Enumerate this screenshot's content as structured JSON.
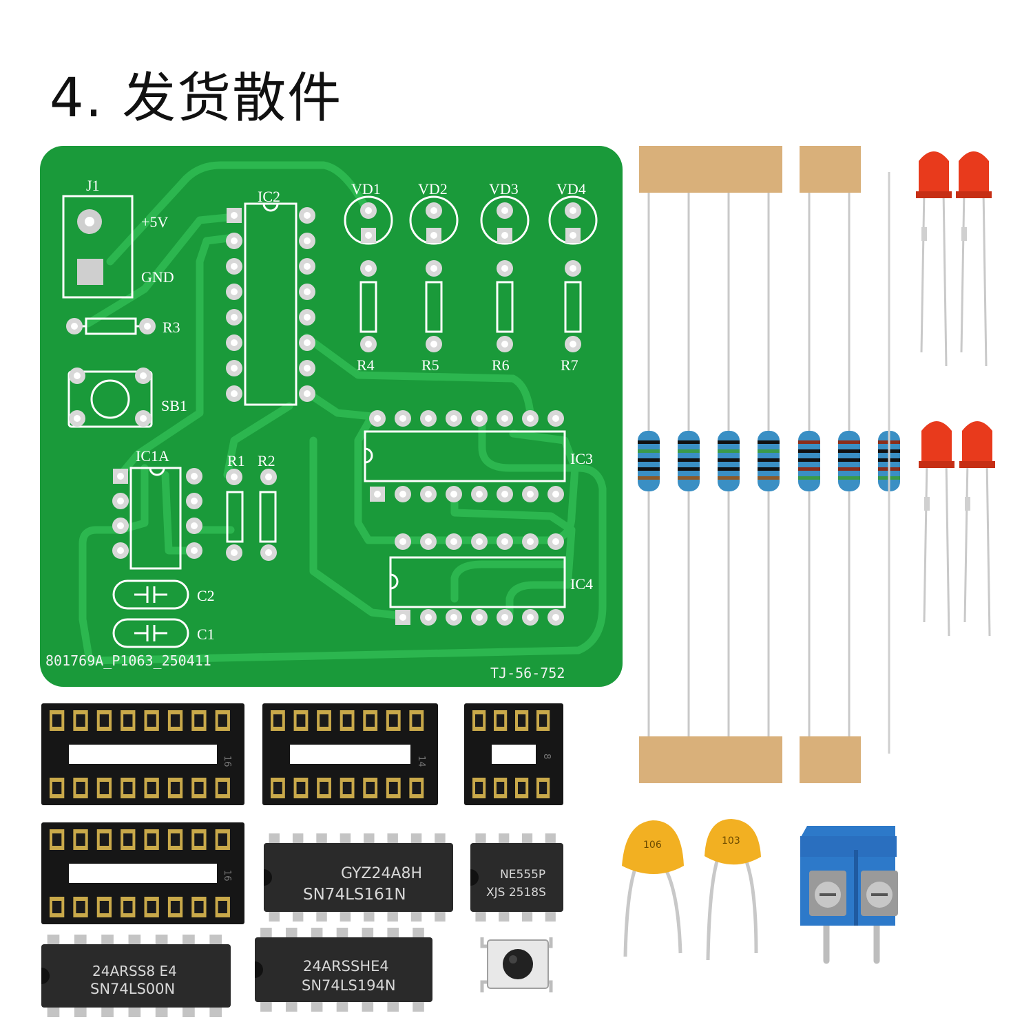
{
  "title": "4. 发货散件",
  "pcb": {
    "labels": {
      "j1": "J1",
      "plus5v": "+5V",
      "gnd": "GND",
      "r3": "R3",
      "sb1": "SB1",
      "ic1a": "IC1A",
      "ic2": "IC2",
      "ic3": "IC3",
      "ic4": "IC4",
      "r1": "R1",
      "r2": "R2",
      "c1": "C1",
      "c2": "C2",
      "vd1": "VD1",
      "vd2": "VD2",
      "vd3": "VD3",
      "vd4": "VD4",
      "r4": "R4",
      "r5": "R5",
      "r6": "R6",
      "r7": "R7"
    },
    "serial": "801769A_P1063_250411",
    "code": "TJ-56-752"
  },
  "chips": {
    "c161_line1": "GYZ24A8H",
    "c161_line2": "SN74LS161N",
    "c555_line1": "NE555P",
    "c555_line2": "XJS 2518S",
    "c00_line1": "24ARSS8 E4",
    "c00_line2": "SN74LS00N",
    "c194_line1": "24ARSSHE4",
    "c194_line2": "SN74LS194N"
  },
  "sockets": {
    "s16a": "16",
    "s14": "14",
    "s8": "8",
    "s16b": "16"
  },
  "capacitors": {
    "cap1": "106",
    "cap2": "103"
  },
  "colors": {
    "pcb": "#1a9a3a",
    "silkscreen": "#ffffff",
    "tape": "#d9b07a",
    "resistor_body": "#3a8fc4",
    "led": "#e83a1c",
    "cap": "#f2b022",
    "terminal": "#2d79c9",
    "ic": "#2a2a2a"
  }
}
